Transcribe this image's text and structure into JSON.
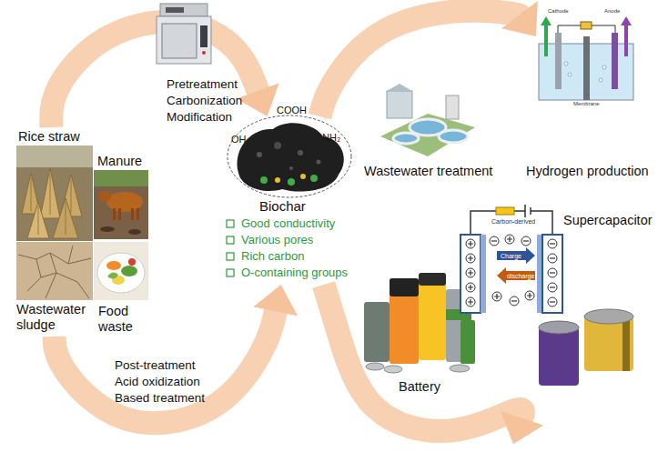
{
  "diagram": {
    "nodes": [
      {
        "text": [
          "Rice straw"
        ]
      },
      {
        "text": [
          "Manure"
        ]
      },
      {
        "text": [
          "Wastewater sludge"
        ]
      },
      {
        "text": [
          "Food waste"
        ]
      },
      {
        "text": [
          "Biochar",
          "Good conductivity",
          "Various pores",
          "Rich carbon",
          "O-containing groups"
        ]
      },
      {
        "text": [
          "Wastewater treatment"
        ]
      },
      {
        "text": [
          "Hydrogen production"
        ]
      },
      {
        "text": [
          "Battery"
        ]
      },
      {
        "text": [
          "Supercapacitor"
        ]
      }
    ],
    "edges": [
      {
        "from": 0,
        "to": 4,
        "arrow": "to"
      },
      {
        "from": 2,
        "to": 4,
        "arrow": "to"
      },
      {
        "from": 4,
        "to": 6,
        "arrow": "to"
      },
      {
        "from": 4,
        "to": 8,
        "arrow": "to"
      }
    ],
    "labels": [
      "Pretreatment",
      "Carbonization",
      "Modification",
      "OH",
      "COOH",
      "NH₂",
      "Post-treatment",
      "Acid oxidization",
      "Based treatment",
      "Cathode",
      "Anode",
      "Membrane",
      "Carbon-derived",
      "Charge",
      "discharge"
    ]
  }
}
